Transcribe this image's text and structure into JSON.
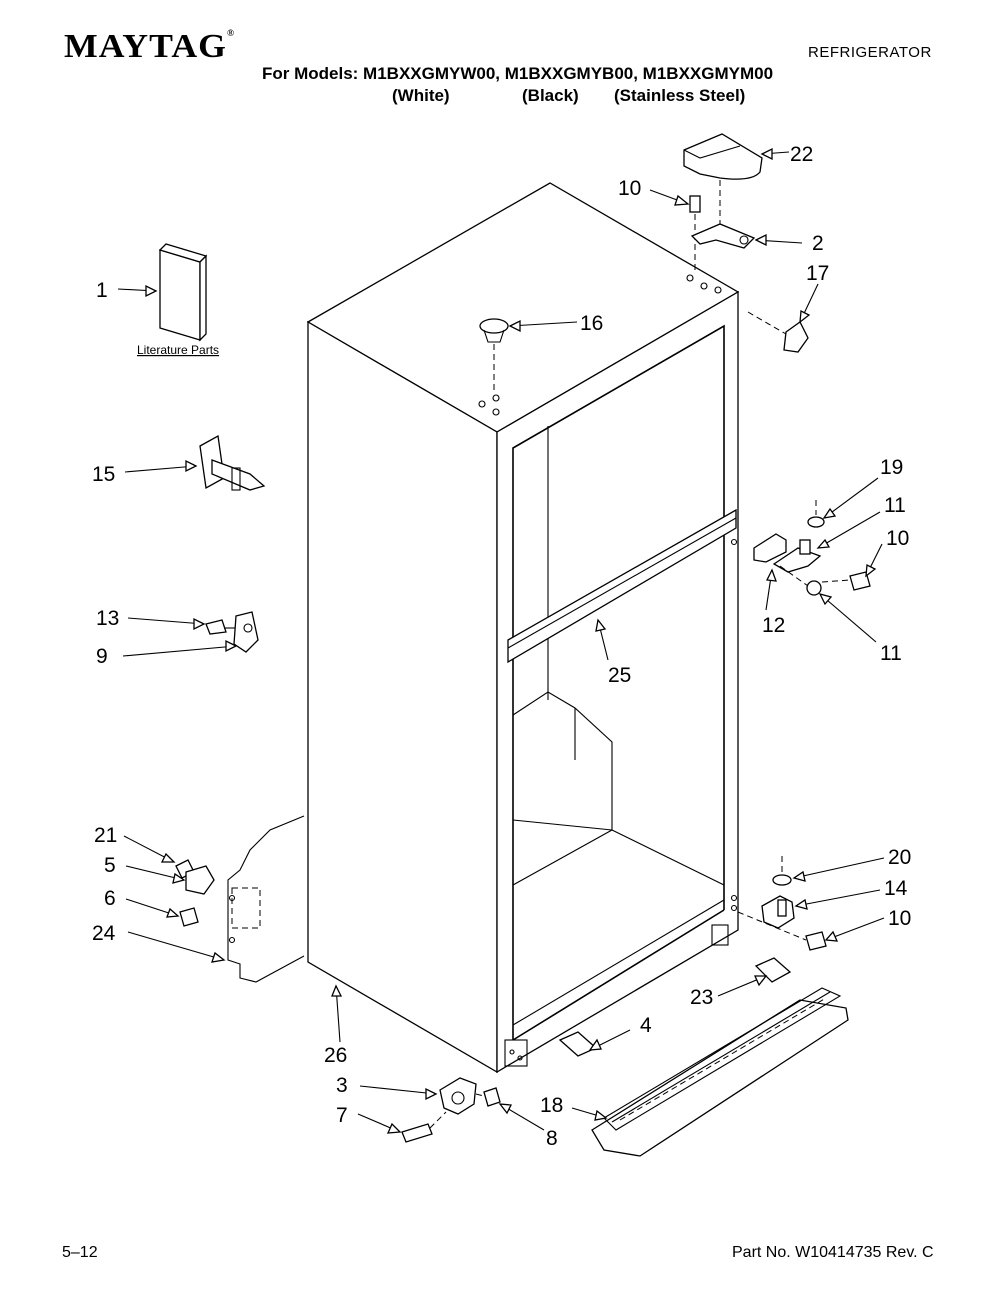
{
  "header": {
    "brand": "MAYTAG",
    "brand_mark": "®",
    "doc_type": "REFRIGERATOR",
    "models_line": "For Models: M1BXXGMYW00, M1BXXGMYB00, M1BXXGMYM00",
    "variants": [
      "(White)",
      "(Black)",
      "(Stainless Steel)"
    ]
  },
  "diagram": {
    "literature_label": "Literature Parts",
    "callouts": [
      {
        "id": "c1",
        "label": "1"
      },
      {
        "id": "c2",
        "label": "2"
      },
      {
        "id": "c3",
        "label": "3"
      },
      {
        "id": "c4",
        "label": "4"
      },
      {
        "id": "c5",
        "label": "5"
      },
      {
        "id": "c6",
        "label": "6"
      },
      {
        "id": "c7",
        "label": "7"
      },
      {
        "id": "c8",
        "label": "8"
      },
      {
        "id": "c9",
        "label": "9"
      },
      {
        "id": "c10a",
        "label": "10"
      },
      {
        "id": "c10b",
        "label": "10"
      },
      {
        "id": "c10c",
        "label": "10"
      },
      {
        "id": "c11a",
        "label": "11"
      },
      {
        "id": "c11b",
        "label": "11"
      },
      {
        "id": "c12",
        "label": "12"
      },
      {
        "id": "c13",
        "label": "13"
      },
      {
        "id": "c14",
        "label": "14"
      },
      {
        "id": "c15",
        "label": "15"
      },
      {
        "id": "c16",
        "label": "16"
      },
      {
        "id": "c17",
        "label": "17"
      },
      {
        "id": "c18",
        "label": "18"
      },
      {
        "id": "c19",
        "label": "19"
      },
      {
        "id": "c20",
        "label": "20"
      },
      {
        "id": "c21",
        "label": "21"
      },
      {
        "id": "c22",
        "label": "22"
      },
      {
        "id": "c23",
        "label": "23"
      },
      {
        "id": "c24",
        "label": "24"
      },
      {
        "id": "c25",
        "label": "25"
      },
      {
        "id": "c26",
        "label": "26"
      }
    ]
  },
  "footer": {
    "page": "5–12",
    "part_no": "Part No. W10414735 Rev. C"
  }
}
